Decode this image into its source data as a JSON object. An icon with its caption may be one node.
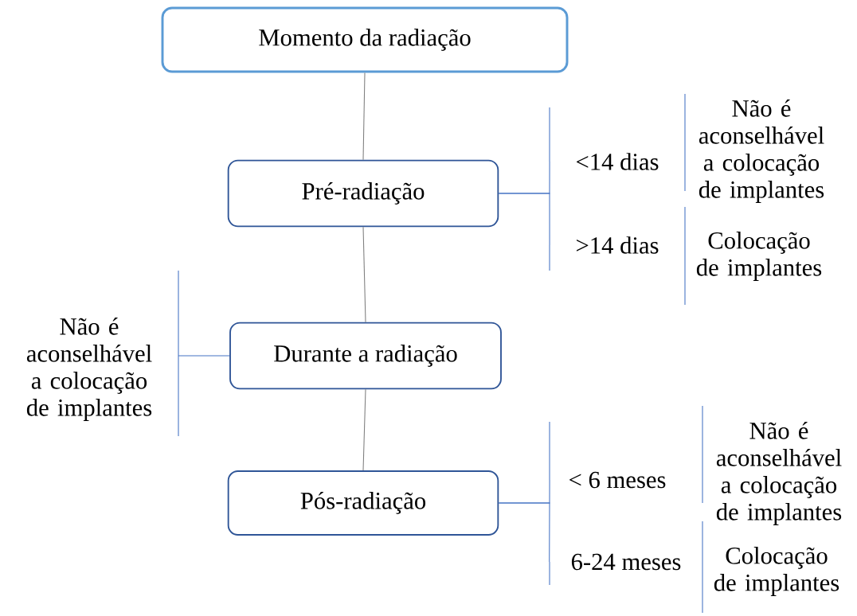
{
  "diagram": {
    "nodes": [
      {
        "text": [
          "Momento da radiação"
        ]
      },
      {
        "text": [
          "Pré-radiação"
        ]
      },
      {
        "text": [
          "Durante a radiação"
        ]
      },
      {
        "text": [
          "Pós-radiação"
        ]
      },
      {
        "text": [
          "<14 dias"
        ]
      },
      {
        "text": [
          ">14 dias"
        ]
      },
      {
        "text": [
          "Não é aconselhável a colocação de implantes"
        ]
      },
      {
        "text": [
          "Colocação de implantes"
        ]
      },
      {
        "text": [
          "Não é aconselhável a colocação de implantes"
        ]
      },
      {
        "text": [
          "< 6 meses"
        ]
      },
      {
        "text": [
          "6-24 meses"
        ]
      },
      {
        "text": [
          "Não é aconselhável a colocação de implantes"
        ]
      },
      {
        "text": [
          "Colocação de implantes"
        ]
      }
    ],
    "edges": [
      {
        "from": 0,
        "to": 1,
        "arrow": "none",
        "color": "#7f7f7f"
      },
      {
        "from": 1,
        "to": 2,
        "arrow": "none",
        "color": "#7f7f7f"
      },
      {
        "from": 2,
        "to": 3,
        "arrow": "none",
        "color": "#7f7f7f"
      },
      {
        "from": 1,
        "to": 4,
        "arrow": "none"
      },
      {
        "from": 1,
        "to": 5,
        "arrow": "none"
      },
      {
        "from": 2,
        "to": 8,
        "arrow": "none"
      },
      {
        "from": 3,
        "to": 9,
        "arrow": "none"
      },
      {
        "from": 3,
        "to": 10,
        "arrow": "none"
      }
    ]
  }
}
